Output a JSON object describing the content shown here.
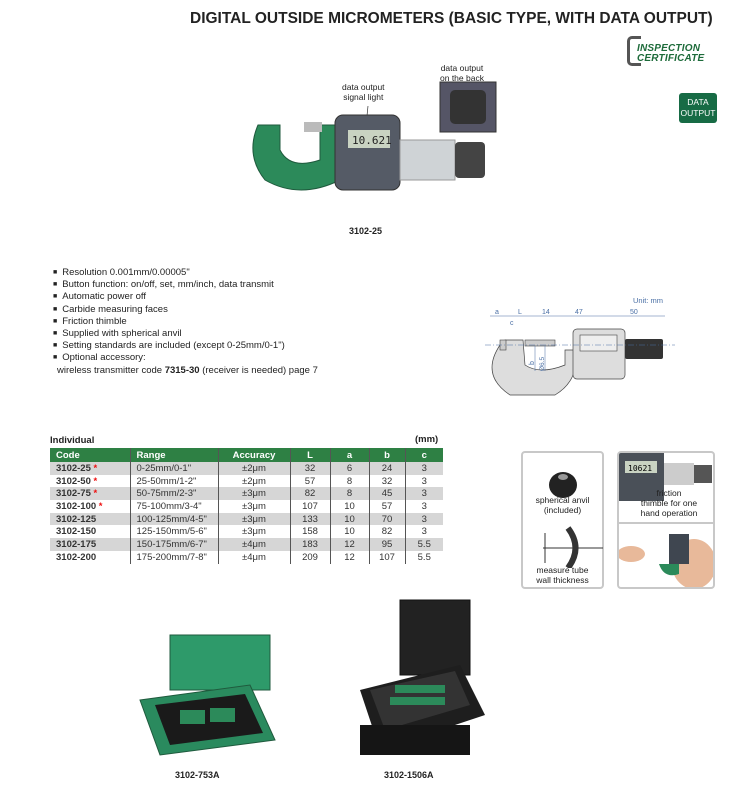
{
  "title": "DIGITAL OUTSIDE MICROMETERS (BASIC TYPE, WITH DATA OUTPUT)",
  "badges": {
    "certificate_line1": "INSPECTION",
    "certificate_line2": "CERTIFICATE",
    "data_output_line1": "DATA",
    "data_output_line2": "OUTPUT"
  },
  "hero": {
    "callout_signal": [
      "data output",
      "signal light"
    ],
    "callout_back": [
      "data output",
      "on the back"
    ],
    "display": "10.621",
    "caption": "3102-25"
  },
  "features": [
    "Resolution 0.001mm/0.00005\"",
    "Button function: on/off, set, mm/inch, data transmit",
    "Automatic power off",
    "Carbide measuring faces",
    "Friction thimble",
    "Supplied with spherical anvil",
    "Setting standards are included (except 0-25mm/0-1\")",
    "Optional accessory:"
  ],
  "feature_cont": {
    "pre": "wireless transmitter code ",
    "code": "7315-30",
    "post": " (receiver is needed) page 7"
  },
  "drawing": {
    "unit": "Unit: mm",
    "dims": [
      "a",
      "L",
      "14",
      "47",
      "50",
      "c",
      "b",
      "Ø6.5"
    ]
  },
  "table": {
    "section": "Individual",
    "unit": "(mm)",
    "headers": [
      "Code",
      "Range",
      "Accuracy",
      "L",
      "a",
      "b",
      "c"
    ],
    "rows": [
      {
        "code": "3102-25",
        "star": "*",
        "range": "0-25mm/0-1\"",
        "acc": "±2μm",
        "L": "32",
        "a": "6",
        "b": "24",
        "c": "3"
      },
      {
        "code": "3102-50",
        "star": "*",
        "range": "25-50mm/1-2\"",
        "acc": "±2μm",
        "L": "57",
        "a": "8",
        "b": "32",
        "c": "3"
      },
      {
        "code": "3102-75",
        "star": "*",
        "range": "50-75mm/2-3\"",
        "acc": "±3μm",
        "L": "82",
        "a": "8",
        "b": "45",
        "c": "3"
      },
      {
        "code": "3102-100",
        "star": "*",
        "range": "75-100mm/3-4\"",
        "acc": "±3μm",
        "L": "107",
        "a": "10",
        "b": "57",
        "c": "3"
      },
      {
        "code": "3102-125",
        "star": "",
        "range": "100-125mm/4-5\"",
        "acc": "±3μm",
        "L": "133",
        "a": "10",
        "b": "70",
        "c": "3"
      },
      {
        "code": "3102-150",
        "star": "",
        "range": "125-150mm/5-6\"",
        "acc": "±3μm",
        "L": "158",
        "a": "10",
        "b": "82",
        "c": "3"
      },
      {
        "code": "3102-175",
        "star": "",
        "range": "150-175mm/6-7\"",
        "acc": "±4μm",
        "L": "183",
        "a": "12",
        "b": "95",
        "c": "5.5"
      },
      {
        "code": "3102-200",
        "star": "",
        "range": "175-200mm/7-8\"",
        "acc": "±4μm",
        "L": "209",
        "a": "12",
        "b": "107",
        "c": "5.5"
      }
    ]
  },
  "accessories": {
    "anvil": [
      "spherical anvil",
      "(included)"
    ],
    "tube": [
      "measure tube",
      "wall thickness"
    ],
    "friction": [
      "friction",
      "thimble for one",
      "hand operation"
    ],
    "display": "10621"
  },
  "sets": [
    {
      "caption": "3102-753A"
    },
    {
      "caption": "3102-1506A"
    }
  ]
}
